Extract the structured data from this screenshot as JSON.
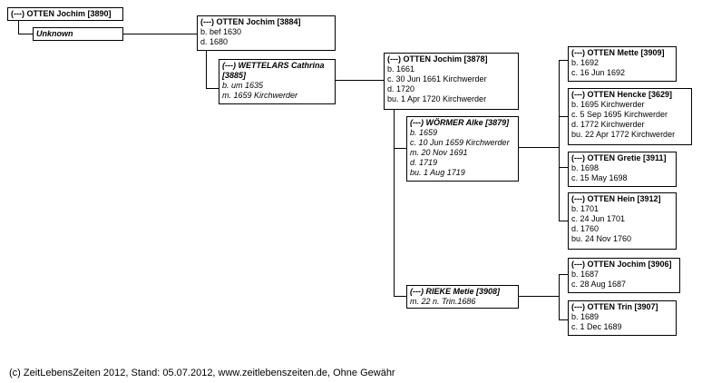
{
  "persons": {
    "p3890": {
      "title": "(---) OTTEN Jochim [3890]",
      "lines": []
    },
    "unknown": {
      "title": "Unknown",
      "lines": []
    },
    "p3884": {
      "title": "(---) OTTEN Jochim [3884]",
      "lines": [
        "b. bef 1630",
        "d. 1680"
      ]
    },
    "p3885": {
      "title": "(---) WETTELARS Cathrina",
      "title2": "[3885]",
      "lines": [
        "b. um 1635",
        "m. 1659 Kirchwerder"
      ]
    },
    "p3878": {
      "title": "(---) OTTEN Jochim [3878]",
      "lines": [
        "b. 1661",
        "c. 30 Jun 1661 Kirchwerder",
        "d. 1720",
        "bu. 1 Apr 1720 Kirchwerder"
      ]
    },
    "p3879": {
      "title": "(---) WÖRMER Alke [3879]",
      "lines": [
        "b. 1659",
        "c. 10 Jun 1659 Kirchwerder",
        "m. 20 Nov 1691",
        "d. 1719",
        "bu. 1 Aug 1719"
      ]
    },
    "p3908": {
      "title": "(---) RIEKE Metie [3908]",
      "lines": [
        "m. 22 n. Trin.1686"
      ]
    },
    "p3909": {
      "title": "(---) OTTEN Mette [3909]",
      "lines": [
        "b. 1692",
        "c. 16 Jun 1692"
      ]
    },
    "p3629": {
      "title": "(---) OTTEN Hencke [3629]",
      "lines": [
        "b. 1695 Kirchwerder",
        "c. 5 Sep 1695 Kirchwerder",
        "d. 1772 Kirchwerder",
        "bu. 22 Apr 1772 Kirchwerder"
      ]
    },
    "p3911": {
      "title": "(---) OTTEN Gretie [3911]",
      "lines": [
        "b. 1698",
        "c. 15 May 1698"
      ]
    },
    "p3912": {
      "title": "(---) OTTEN Hein [3912]",
      "lines": [
        "b. 1701",
        "c. 24 Jun 1701",
        "d. 1760",
        "bu. 24 Nov 1760"
      ]
    },
    "p3906": {
      "title": "(---) OTTEN Jochim [3906]",
      "lines": [
        "b. 1687",
        "c. 28 Aug 1687"
      ]
    },
    "p3907": {
      "title": "(---) OTTEN Trin [3907]",
      "lines": [
        "b. 1689",
        "c. 1 Dec 1689"
      ]
    }
  },
  "footer": "(c) ZeitLebensZeiten 2012, Stand: 05.07.2012, www.zeitlebenszeiten.de, Ohne Gewähr"
}
